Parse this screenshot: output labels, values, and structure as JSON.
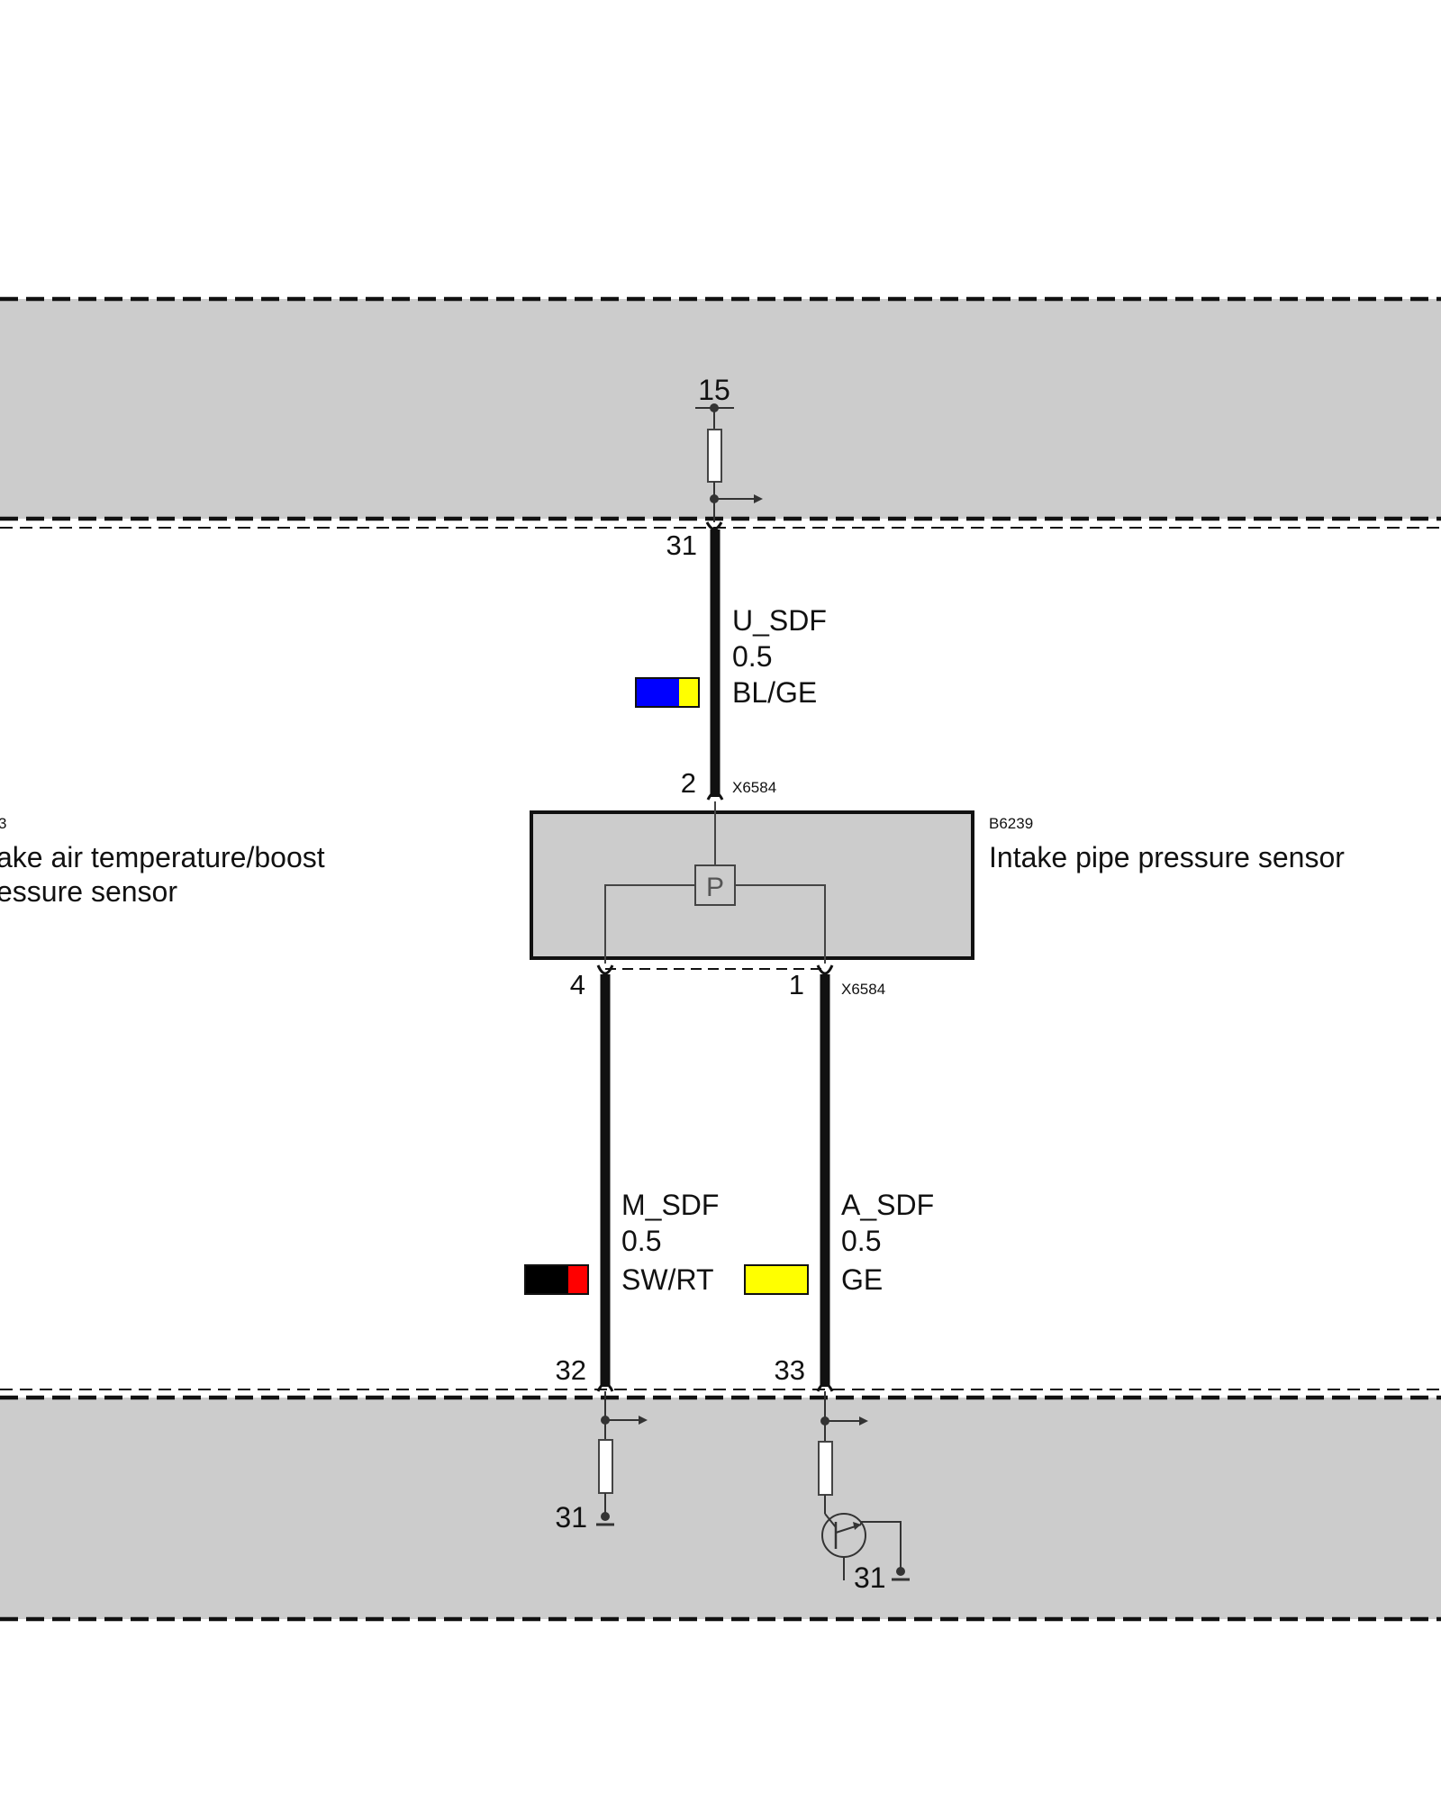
{
  "top_zone": {
    "terminal_15_label": "15",
    "pin_31_label": "31"
  },
  "wires": [
    {
      "signal": "U_SDF",
      "gauge": "0.5",
      "color_code": "BL/GE",
      "swatch": [
        "#0000ff",
        "#ffff00"
      ]
    },
    {
      "signal": "M_SDF",
      "gauge": "0.5",
      "color_code": "SW/RT",
      "swatch": [
        "#000000",
        "#ff0000"
      ]
    },
    {
      "signal": "A_SDF",
      "gauge": "0.5",
      "color_code": "GE",
      "swatch": [
        "#ffff00"
      ]
    }
  ],
  "sensor": {
    "id": "B6239",
    "name": "Intake pipe pressure sensor",
    "symbol": "P",
    "connector": "X6584",
    "pin_top": "2",
    "pin_left": "4",
    "pin_right": "1"
  },
  "other_component": {
    "id_fragment": "3",
    "name_line1": "ake air temperature/boost",
    "name_line2": "essure sensor"
  },
  "bottom_zone": {
    "pin_32_label": "32",
    "pin_33_label": "33",
    "ground_left_label": "31",
    "ground_right_label": "31"
  },
  "colors": {
    "zone_fill": "#cccccc",
    "line": "#111111",
    "component_stroke": "#555555"
  }
}
